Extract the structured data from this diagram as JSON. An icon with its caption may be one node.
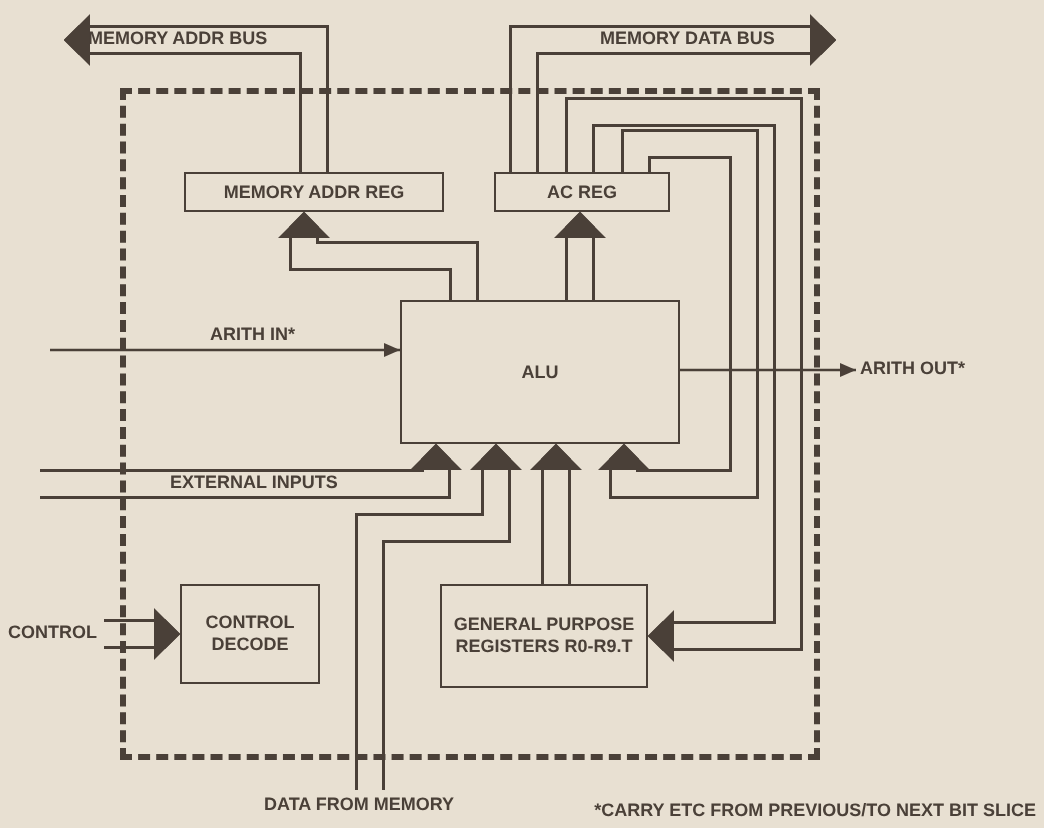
{
  "diagram": {
    "nodes": [
      {
        "text": [],
        "shape": "box"
      },
      {
        "text": [
          "MEMORY ADDR REG"
        ],
        "in": 0
      },
      {
        "text": [
          "AC REG"
        ],
        "in": 0
      },
      {
        "text": [
          "ALU"
        ],
        "in": 0
      },
      {
        "text": [
          "CONTROL DECODE"
        ],
        "in": 0
      },
      {
        "text": [
          "GENERAL PURPOSE REGISTERS R0-R9.T"
        ],
        "in": 0
      }
    ],
    "edges": [
      {
        "from": 1,
        "to": null,
        "arrow": "to",
        "label": "MEMORY ADDR BUS"
      },
      {
        "from": 2,
        "to": null,
        "arrow": "to",
        "label": "MEMORY DATA BUS"
      },
      {
        "from": 2,
        "to": 3,
        "arrow": "to"
      },
      {
        "from": 2,
        "to": 5,
        "arrow": "to"
      },
      {
        "from": 3,
        "to": 1,
        "arrow": "to"
      },
      {
        "from": 3,
        "to": 2,
        "arrow": "to"
      },
      {
        "from": null,
        "to": 3,
        "arrow": "to",
        "label": "ARITH IN*"
      },
      {
        "from": 3,
        "to": null,
        "arrow": "to",
        "label": "ARITH OUT*"
      },
      {
        "from": null,
        "to": 3,
        "arrow": "to",
        "label": "EXTERNAL INPUTS"
      },
      {
        "from": null,
        "to": 3,
        "arrow": "to",
        "label": "DATA FROM MEMORY"
      },
      {
        "from": 5,
        "to": 3,
        "arrow": "to"
      },
      {
        "from": null,
        "to": 4,
        "arrow": "to",
        "label": "CONTROL"
      }
    ],
    "labels": [
      "*CARRY ETC FROM PREVIOUS/TO NEXT BIT SLICE"
    ]
  }
}
